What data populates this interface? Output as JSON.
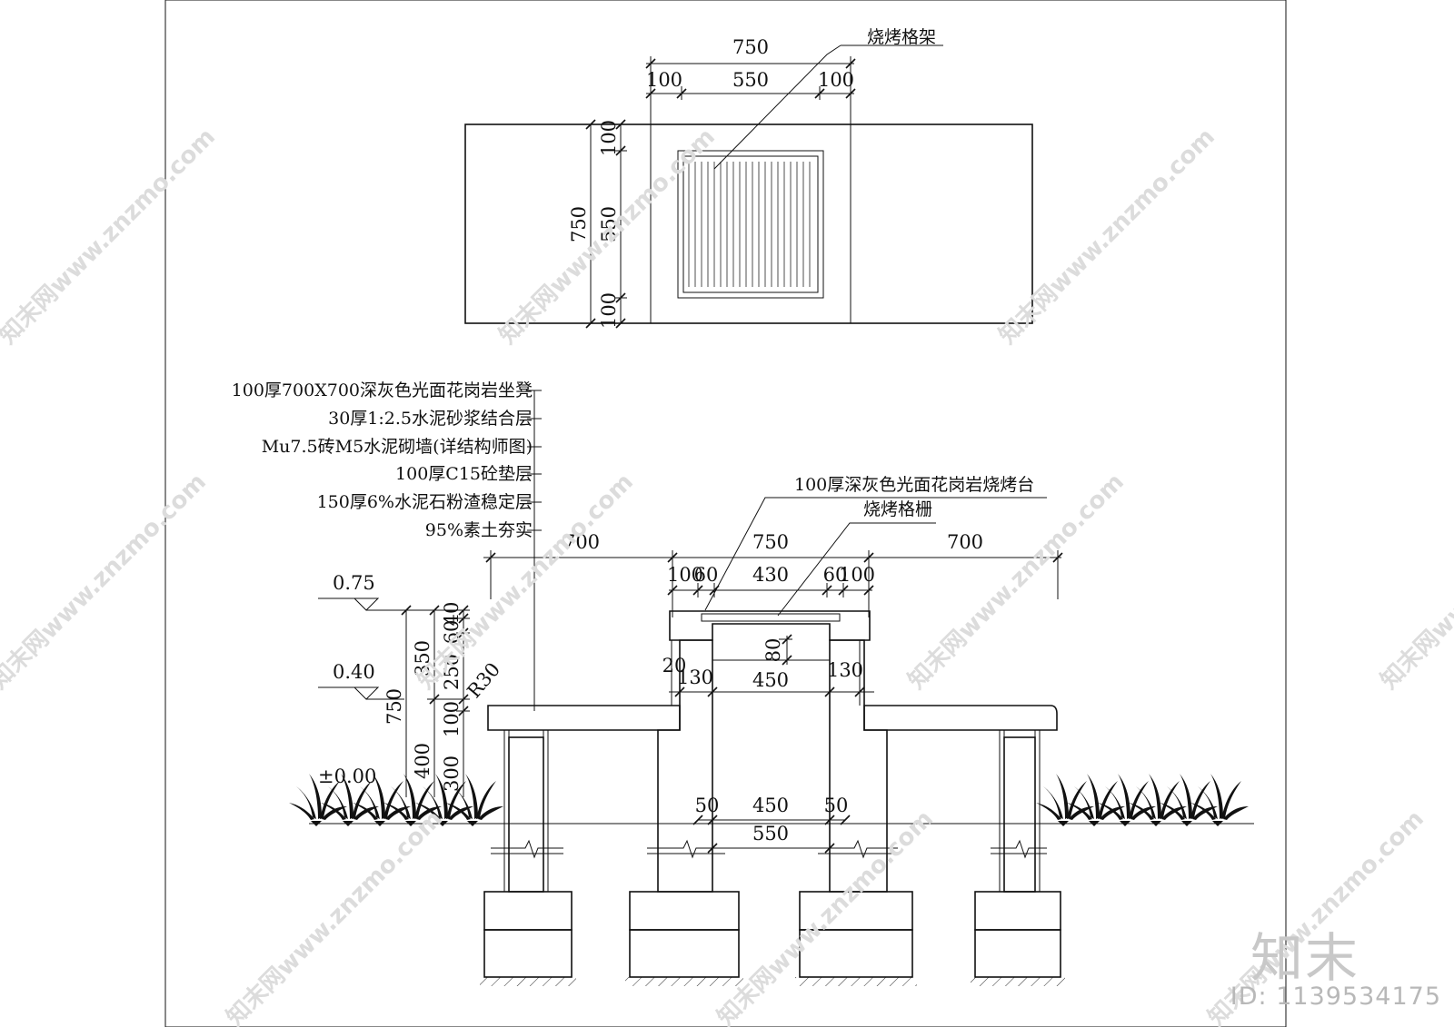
{
  "plan": {
    "total_width": "750",
    "seg_left": "100",
    "seg_mid": "550",
    "seg_right": "100",
    "grill_label": "烧烤格架",
    "v_total": "750",
    "v_top": "100",
    "v_mid": "550",
    "v_bottom": "100"
  },
  "section": {
    "materials": [
      "100厚700X700深灰色光面花岗岩坐凳",
      "30厚1:2.5水泥砂浆结合层",
      "Mu7.5砖M5水泥砌墙(详结构师图)",
      "100厚C15砼垫层",
      "150厚6%水泥石粉渣稳定层",
      "95%素土夯实"
    ],
    "bbq_top_label": "100厚深灰色光面花岗岩烧烤台",
    "grate_label": "烧烤格栅",
    "top_dims": {
      "left": "700",
      "mid": "750",
      "right": "700",
      "s100a": "100",
      "s60a": "60",
      "s430": "430",
      "s60b": "60",
      "s100b": "100"
    },
    "elev_075": "0.75",
    "elev_040": "0.40",
    "elev_000": "±0.00",
    "vdims": {
      "v750": "750",
      "v350": "350",
      "v400": "400",
      "v40": "40",
      "v60": "60",
      "v250": "250",
      "v100": "100",
      "v300": "300"
    },
    "radius": "R30",
    "inner": {
      "d80": "80",
      "d20": "20",
      "d130a": "130",
      "d130b": "130",
      "d450a": "450",
      "d450b": "450",
      "d50a": "50",
      "d50b": "50",
      "d550": "550"
    }
  },
  "watermark": {
    "text": "知末网www.znzmo.com",
    "brand": "知末",
    "id": "ID: 1139534175"
  }
}
